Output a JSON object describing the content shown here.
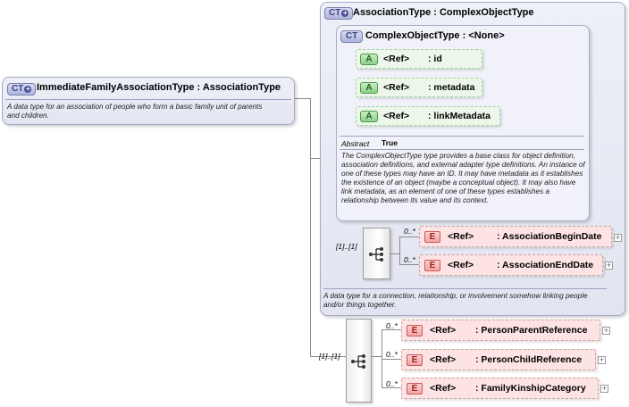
{
  "root": {
    "badge": "CT",
    "title": "ImmediateFamilyAssociationType : AssociationType",
    "description": "A data type for an association of people who form a basic family unit of parents and children."
  },
  "association": {
    "badge": "CT",
    "title": "AssociationType : ComplexObjectType",
    "description": "A data type for a connection, relationship, or involvement somehow linking people and/or things together."
  },
  "complex_object": {
    "badge": "CT",
    "title": "ComplexObjectType : <None>",
    "attributes": [
      {
        "badge": "A",
        "ref": "<Ref>",
        "name": ": id"
      },
      {
        "badge": "A",
        "ref": "<Ref>",
        "name": ": metadata"
      },
      {
        "badge": "A",
        "ref": "<Ref>",
        "name": ": linkMetadata"
      }
    ],
    "abstract_label": "Abstract",
    "abstract_value": "True",
    "description": "The ComplexObjectType type provides a base class for object definition, association definitions, and external adapter type definitions. An instance of one of these types may have an ID. It may have metadata as it establishes the existence of an object (maybe a conceptual object). It may also have link metadata, as an element of one of these types establishes a relationship between its value and its context."
  },
  "association_sequence": {
    "occurrence": "[1]..[1]",
    "elements": [
      {
        "badge": "E",
        "ref": "<Ref>",
        "name": ": AssociationBeginDate",
        "occurrence": "0..*"
      },
      {
        "badge": "E",
        "ref": "<Ref>",
        "name": ": AssociationEndDate",
        "occurrence": "0..*"
      }
    ]
  },
  "family_sequence": {
    "occurrence": "[1]..[1]",
    "elements": [
      {
        "badge": "E",
        "ref": "<Ref>",
        "name": ": PersonParentReference",
        "occurrence": "0..*"
      },
      {
        "badge": "E",
        "ref": "<Ref>",
        "name": ": PersonChildReference",
        "occurrence": "0..*"
      },
      {
        "badge": "E",
        "ref": "<Ref>",
        "name": ": FamilyKinshipCategory",
        "occurrence": "0..*"
      }
    ]
  },
  "colors": {
    "complex_type": "#e6e8f3",
    "attribute": "#ecf7ea",
    "element": "#fde3e3",
    "connector": "#8b8b8b"
  },
  "icons": {
    "complex_type": "ct-icon",
    "attribute": "attribute-icon",
    "element": "element-icon",
    "sequence": "sequence-icon",
    "expand": "expand-icon"
  }
}
